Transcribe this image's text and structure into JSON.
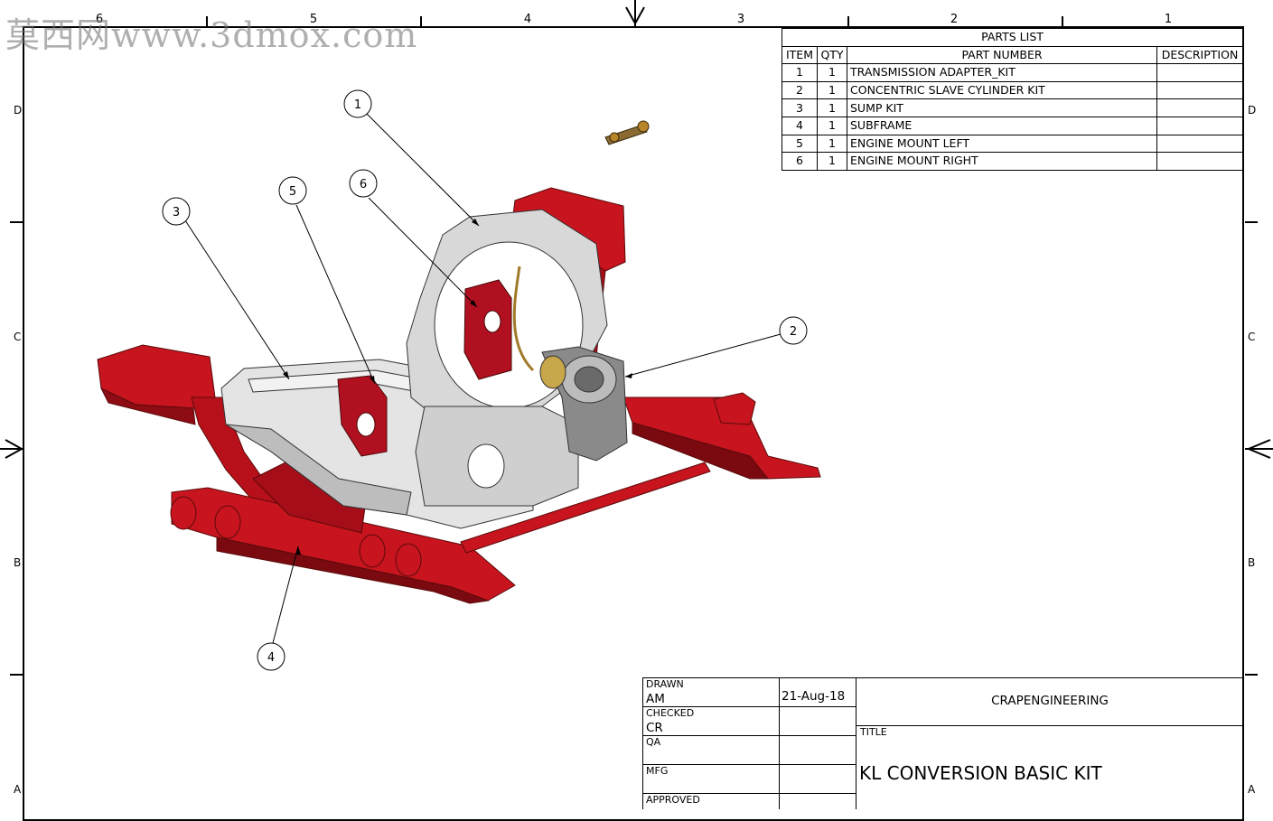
{
  "watermark": "莫西网www.3dmox.com",
  "zones": {
    "numbers": [
      "6",
      "5",
      "4",
      "3",
      "2",
      "1"
    ],
    "letters_left": [
      "D",
      "C",
      "B",
      "A"
    ],
    "letters_right": [
      "D",
      "C",
      "B",
      "A"
    ]
  },
  "parts_list": {
    "title": "PARTS LIST",
    "headers": [
      "ITEM",
      "QTY",
      "PART NUMBER",
      "DESCRIPTION"
    ],
    "rows": [
      {
        "item": "1",
        "qty": "1",
        "part": "TRANSMISSION ADAPTER_KIT",
        "desc": ""
      },
      {
        "item": "2",
        "qty": "1",
        "part": "CONCENTRIC SLAVE CYLINDER KIT",
        "desc": ""
      },
      {
        "item": "3",
        "qty": "1",
        "part": "SUMP KIT",
        "desc": ""
      },
      {
        "item": "4",
        "qty": "1",
        "part": "SUBFRAME",
        "desc": ""
      },
      {
        "item": "5",
        "qty": "1",
        "part": "ENGINE MOUNT LEFT",
        "desc": ""
      },
      {
        "item": "6",
        "qty": "1",
        "part": "ENGINE MOUNT RIGHT",
        "desc": ""
      }
    ]
  },
  "balloons": [
    "1",
    "2",
    "3",
    "4",
    "5",
    "6"
  ],
  "title_block": {
    "drawn_label": "DRAWN",
    "drawn_value": "AM",
    "date": "21-Aug-18",
    "checked_label": "CHECKED",
    "checked_value": "CR",
    "qa_label": "QA",
    "mfg_label": "MFG",
    "approved_label": "APPROVED",
    "company": "CRAPENGINEERING",
    "title_label": "TITLE",
    "title_value": "KL CONVERSION BASIC KIT"
  },
  "colors": {
    "subframe_red": "#c8141e",
    "alloy_grey": "#d2d2d2",
    "line": "#000000"
  }
}
